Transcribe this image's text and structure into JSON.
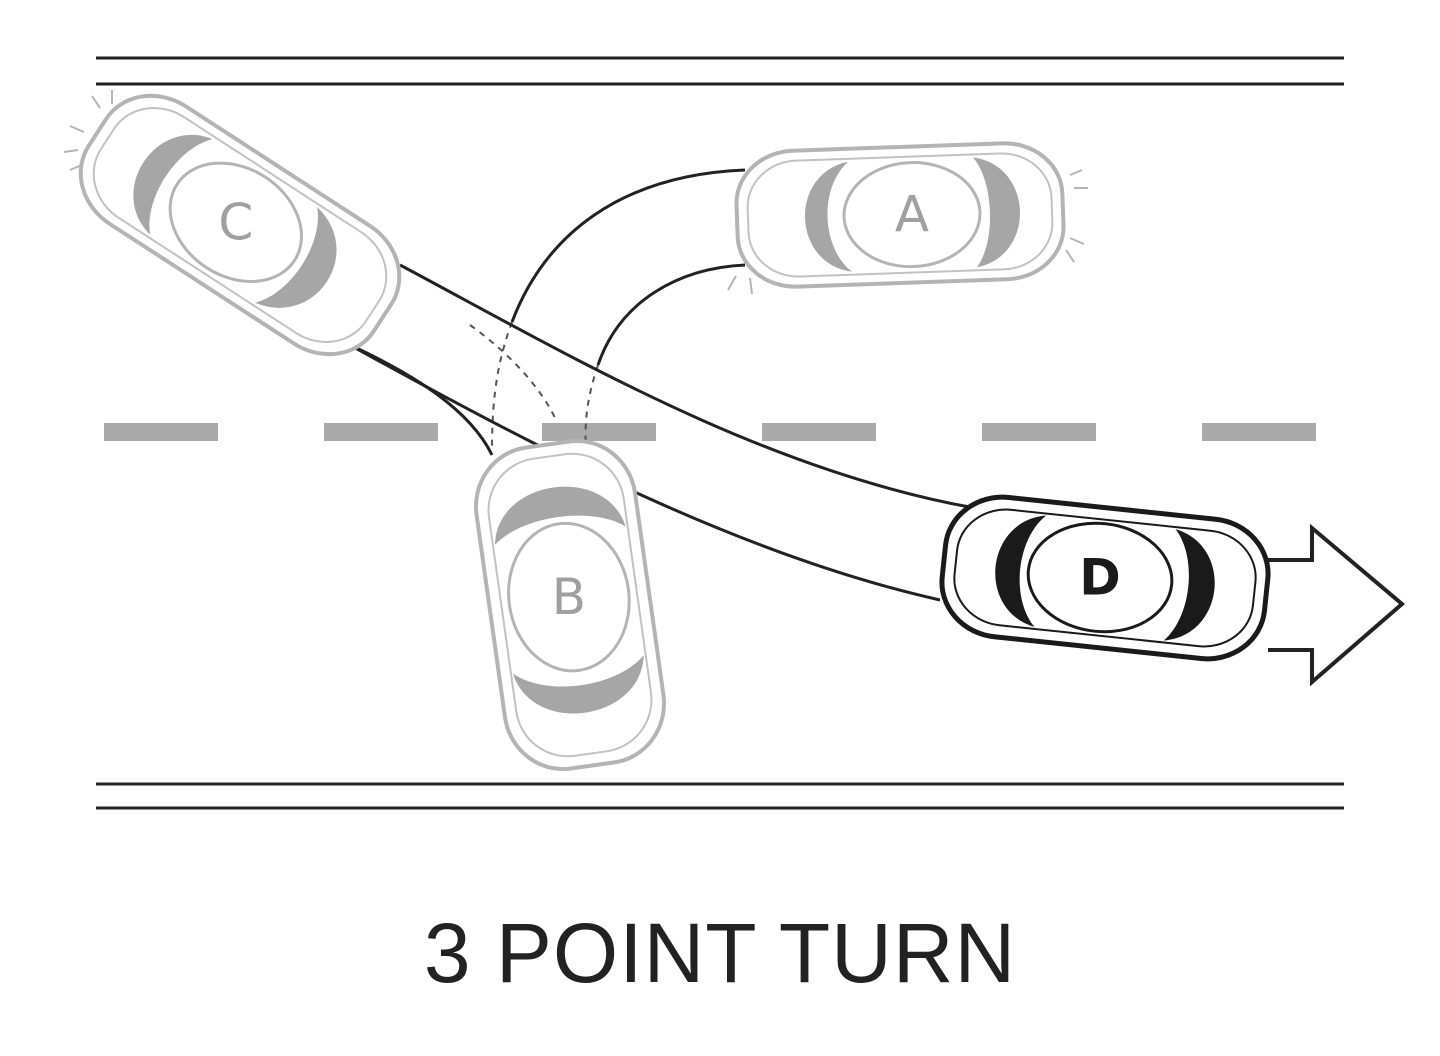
{
  "caption": "3 POINT TURN",
  "cars": [
    {
      "id": "A",
      "label": "A",
      "state": "start"
    },
    {
      "id": "B",
      "label": "B",
      "state": "intermediate"
    },
    {
      "id": "C",
      "label": "C",
      "state": "intermediate"
    },
    {
      "id": "D",
      "label": "D",
      "state": "final"
    }
  ],
  "colors": {
    "road_line": "#222222",
    "center_dash": "#aaaaaa",
    "faded_car": "#b4b4b4",
    "faded_window": "#a6a6a6",
    "faded_text": "#a0a0a0",
    "active_car": "#1a1a1a",
    "path": "#222222",
    "arrow": "#222222"
  }
}
